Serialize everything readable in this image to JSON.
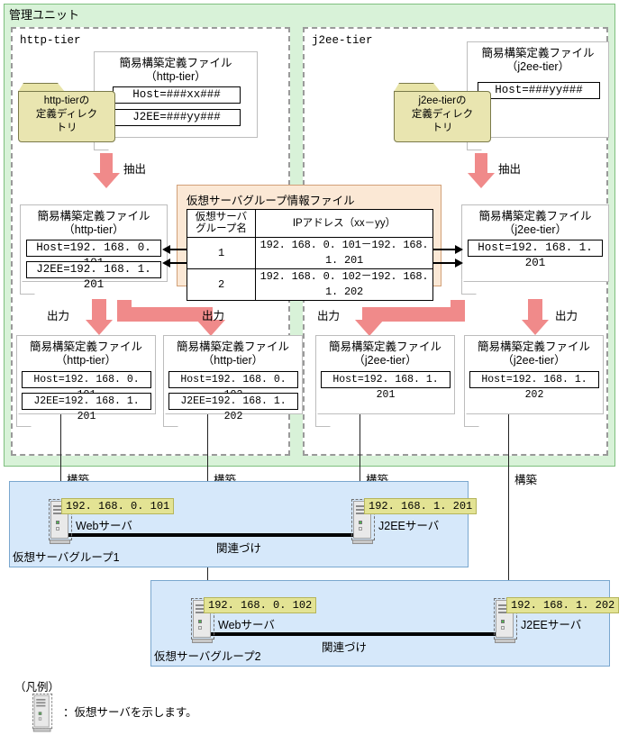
{
  "admin_unit": {
    "label": "管理ユニット"
  },
  "tiers": [
    {
      "id": "http-tier",
      "label": "http-tier"
    },
    {
      "id": "j2ee-tier",
      "label": "j2ee-tier"
    }
  ],
  "folders": [
    {
      "label": "http-tierの\n定義ディレク\nトリ"
    },
    {
      "label": "j2ee-tierの\n定義ディレク\nトリ"
    }
  ],
  "source_docs": [
    {
      "title": "簡易構築定義ファイル\n（http-tier）",
      "entries": [
        "Host=###xx###",
        "J2EE=###yy###"
      ]
    },
    {
      "title": "簡易構築定義ファイル\n（j2ee-tier）",
      "entries": [
        "Host=###yy###"
      ]
    }
  ],
  "extract_label": "抽出",
  "output_label": "出力",
  "build_label": "構築",
  "assoc_label": "関連づけ",
  "mid_docs": [
    {
      "title": "簡易構築定義ファイル\n（http-tier）",
      "entries": [
        "Host=192. 168. 0. 101",
        "J2EE=192. 168. 1. 201"
      ]
    },
    {
      "title": "簡易構築定義ファイル\n（j2ee-tier）",
      "entries": [
        "Host=192. 168. 1. 201"
      ]
    }
  ],
  "vsg_file": {
    "title": "仮想サーバグループ情報ファイル",
    "headers": [
      "仮想サーバ\nグループ名",
      "IPアドレス（xx－yy）"
    ],
    "rows": [
      {
        "name": "1",
        "ip": "192. 168. 0. 101－192. 168. 1. 201"
      },
      {
        "name": "2",
        "ip": "192. 168. 0. 102－192. 168. 1. 202"
      }
    ]
  },
  "out_docs": [
    {
      "title": "簡易構築定義ファイル\n（http-tier）",
      "entries": [
        "Host=192. 168. 0. 101",
        "J2EE=192. 168. 1. 201"
      ]
    },
    {
      "title": "簡易構築定義ファイル\n（http-tier）",
      "entries": [
        "Host=192. 168. 0. 102",
        "J2EE=192. 168. 1. 202"
      ]
    },
    {
      "title": "簡易構築定義ファイル\n（j2ee-tier）",
      "entries": [
        "Host=192. 168. 1. 201"
      ]
    },
    {
      "title": "簡易構築定義ファイル\n（j2ee-tier）",
      "entries": [
        "Host=192. 168. 1. 202"
      ]
    }
  ],
  "groups": [
    {
      "label": "仮想サーバグループ1",
      "servers": [
        {
          "ip": "192. 168. 0. 101",
          "name": "Webサーバ"
        },
        {
          "ip": "192. 168. 1. 201",
          "name": "J2EEサーバ"
        }
      ]
    },
    {
      "label": "仮想サーバグループ2",
      "servers": [
        {
          "ip": "192. 168. 0. 102",
          "name": "Webサーバ"
        },
        {
          "ip": "192. 168. 1. 202",
          "name": "J2EEサーバ"
        }
      ]
    }
  ],
  "legend": {
    "title": "（凡例）",
    "text": "：仮想サーバを示します。"
  },
  "colors": {
    "admin_bg": "#d8f2d8",
    "arrow": "#f08a8a",
    "vsg_file_bg": "#fbe8d5",
    "group_bg": "#d6e8fa",
    "folder_bg": "#e9e5b0",
    "ip_badge_bg": "#e3e394"
  }
}
